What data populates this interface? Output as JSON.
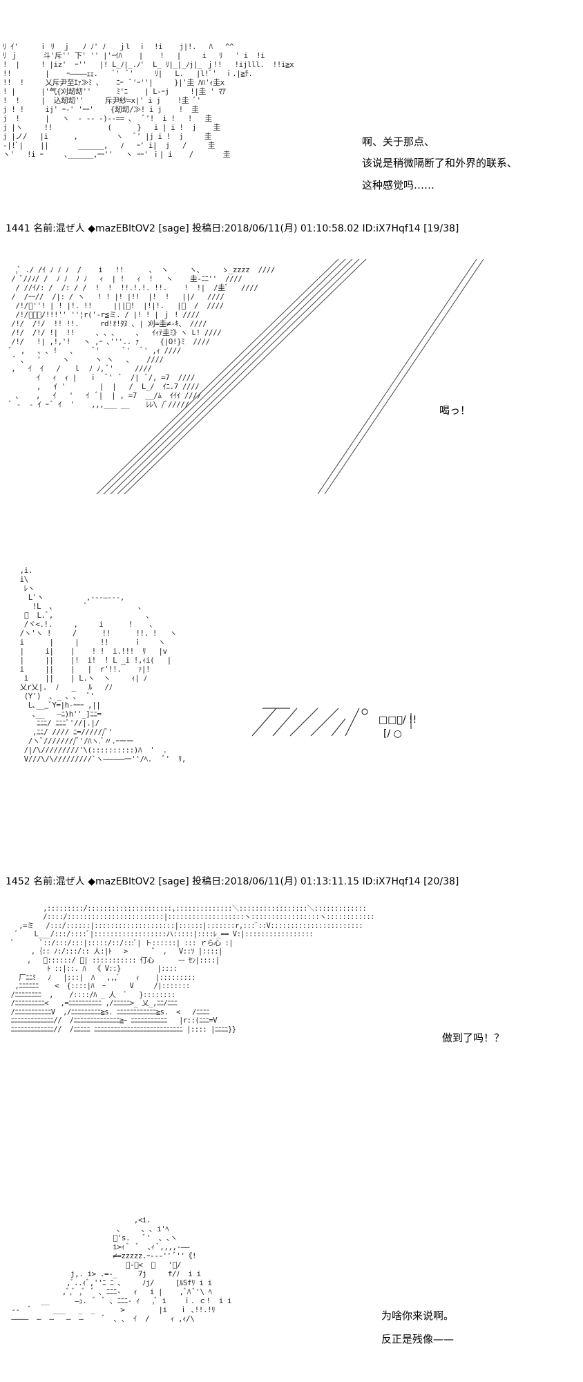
{
  "panel1": {
    "art": "ﾘ ｲ'     ｉ ﾘ  ｊ   ﾉ ﾉ' ﾉ   ｊl  ｉ  !i    j|!.   ﾊ   ^^\nﾘ ｊ      斗'斥'' 下' '' |'ｰｲﾊ    |    !   |     i   ﾘ   ' i  !i\n!  |     ! |iz'  ｰ''   |! L_ﾉ|_.ﾉ'  L_ ﾘ|_|_ﾉj|_ ｊ!!   !ijlll.  !!i≧x\n!!        |    ｰ――――ｪｪ.    ﾞ'  ﾞ'     ﾘ|   L.   |l!ﾞ'  ｉ.|≧ﾁ.\n!!  !     乂斥尹至ｴｧ≫ﾐ ､    ﾆｰ  ﾞ'ｰ''|     }|'圭 ﾊﾊ'ｨ圭x\n! |      |'气{刈刼刧''      ﾐ'ﾆ    | L-ｰj     !|圭 ' ﾏｱ\n!  !     |  込刼刧''     斥尹紗=x|' i j    !圭 ﾞ'\nj ! !     ij' ｰ-' 'ｰｰ'    {刼刧/≫! i j    !  圭\nj  !      |   ヽ  - -- -)--== ､   ﾞ'!  i !   !   圭\nj |ヽ     !!             (      }   i | i !  j    圭\nj |ノ/   |i      ,         ヽ   ﾞ' |j i !  j     圭\n-|!ﾞ|    ||       ______,   ﾉ   ｰ' i|  j   /     圭\nヽ'   !i ｰ     ､______,ｰｰ''   ヽ ｰｰ' ｉ| i    /       圭",
    "text_lines": [
      "啊、关于那点、",
      "该说是稍微隔断了和外界的联系、",
      "这种感觉吗……"
    ]
  },
  "header1": {
    "text": "1441 名前:混ぜ人 ◆mazEBItOV2 [sage] 投稿日:2018/06/11(月) 01:10:58.02 ID:iX7Hqf14 [19/38]"
  },
  "panel2": {
    "art": "   ,ﾞ ./ /ｲ ﾉ ﾉ ﾉ  /    i   !!      ､  ヽ     ヽ､     ゝ_zzzz  ////\n  / ﾞ//ﾉ/ /  ﾉ ﾉ  ﾉ ﾉ   ｨ  | !   ｨ  !   ヽ    圭-ﾆﾆ''  ////\n   / //ｲ/: /  /: / /  !  !  !!.!.!. !!.    !  !|  /圭ﾞ   ////\n  /  /ｰｰ//  /|: / ヽ   ! ! |! |!!  |!  !   ||/   ////\n   /!/ﾞ''! | ! |!. !!     |||ﾞ!  |!|!.   |ﾞ  /  ////\n   /!/ﾞｰｰ/!!!'' ''¦r('‐r≦ミ. / |! ! | ｊ ! ////\n  /!/  /!/  !! !!.     rd!ｵ!ﾀﾇ ､ | 刈=圭≠‐ｷ、 ////\n  /!/  /!/ !|  !!     ､ ､ ､     ､   ｲｨﾃ圭ﾐ》ヽ L! ////\n  /!/   !| ,!,'!   ヽ ,ｰ ､'''.. ｧ     {|O!}ﾐ  ////\n  ﾞ  ,   ､ ､ !   ､     ﾞ'      ﾞ'   ﾞ' ,ｨ ////\n   ﾞ ､   '     ヽ      ヽ ヽ   ､    ////\n  ,   ｲ  ｲ   /   ｌ  ﾉ ﾉ, ﾞ'     ////      \n        ｲ   ｨ  ｨ |   ｉ  ﾞ'  ﾞ  /|  ﾞ/, =7  ////\n        ,   ｲ '        |  |   /  L_/  ｲﾆ.7 ////\n   ､    ,   ｲ   '   ｲ  ﾞ|  | , =7  __/ﾑ  ｲｲｲ ////\n  ﾞ -  - ｲ ｰ ﾞ ｲ  '    ,,,___ __    ﾚﾚ\\ /ﾞ/////",
    "text": "喝っ！"
  },
  "panel3": {
    "art": "    ,i.\n    i\\\n     ﾚヽ\n      L'ヽ          ,‐‐‐―‐‐‐,\n       !L  ､        ﾞ            ､\n     ﾞ  L.ﾞ,                      ､\n     /ヾ<.!.     ,     i      !    ､\n    /ヽ'ヽ !     /      !!      !!. !   ヽ\n    i      |     |     !!      ｉ    ヽ\n    |     i|    |    ! !  i.!!!  ﾘ   |v\n    |     ||    |!  i!  ! L _i !,ｨi(   |\n    i     ||    |   |  r'!!.    ｧ|!\n     i    ||    | L.ヽ  ヽ     ｨ| ﾉ\n    乂r乂|.  ﾉ   _   ﾙ   /ﾉ\n     (Y')  ､ _ ､ ､   ﾞ'\n      L､___ﾞY=|h‐ｰｰｰ ,||\n       ､__   ―ﾆ)h''_]ﾆﾆ=\n        ﾆﾆﾆ/ ﾆﾆﾆﾞ'//|.|/\n       ,ﾆﾆ/ //// ﾆ=//////ﾞ'\n      /ヽﾞ////////ﾞ'/ﾊヽ.ﾞ〃.ｰーー\n     /|/\\/////////'\\(::::::::::)ﾊ  '  .\n     V///\\/\\/////////`ヽ―――――一''/ﾍ.   ﾞ'  ﾘ,",
    "text_lines": [
      "□□ﾞ/  !!",
      "[/  ○"
    ]
  },
  "header2": {
    "text": "1452 名前:混ぜ人 ◆mazEBItOV2 [sage] 投稿日:2018/06/11(月) 01:13:11.15 ID:iX7Hqf14 [20/38]"
  },
  "panel4": {
    "art": "          ,:::::::::/:::::::::::::::::::::,::::::::::::::＼:::::::::::::::::＼:::::::::::::\n          /::::/::::::::::::::::::::::::|:::::::::::::::::::ヽ:::::::::::::::::ヽ::::::::::::\n    ,=ミ   /:::/::::::|::::::::::::::::::::|::::::|:::::::r,:::ﾞ::V:::::::::::::::::::::::\n   ﾞ    L___/:::/::::ﾞ|::::::::::::::::::ハ:::::|::::ﾚ_== V:|:::::::::::::::::\n  ﾞ       ﾞ::/:::/:::|:::::/::/:::ﾞ| ト::::::| ::: ｒら心 :|\n       ,｛:: ﾉ:/:::/:: 人:|ﾄ   >      ゛ ,   V::ｿ |::::|\n      ,   ﾞ::::::/ ﾞ| ::::::::::: 仃心      ｰｰ ｾﾝ|::::|\n           ﾄ ::|::. ﾊ  《 V::}         |::::\n    厂ﾆﾆﾐ   ﾉ   |:::|  ﾊ   ,,,ﾞ    ｨ    |:::::::::\n   ,ﾆﾆﾆﾆﾆﾆ    <  {::::|ﾊ  ｰ      V     /|:::::::\n  /ﾆﾆﾆﾆﾆﾆﾆﾆ  ,    /::::/ﾊ _ 人  ﾞ   }::::::::\n  /ﾆﾆﾆﾆﾆﾆﾆﾆﾆ<   ,=ﾆﾆﾆﾆﾆﾆﾆﾆﾆﾆ ,/ﾆﾆﾆﾆﾆ>_ 乂_,ﾆﾆ/ﾆﾆﾆ\n  /ﾆﾆﾆﾆﾆﾆﾆﾆﾆﾆﾆV  ,/ﾆﾆﾆﾆﾆﾆﾆﾆﾆ≧s. ﾆﾆﾆﾆﾆﾆﾆﾆﾆﾆﾆﾆ≧s.  <   /ﾆﾆﾆﾆ\n  ﾆﾆﾆﾆﾆﾆﾆﾆﾆﾆﾆﾆﾆ//  /ﾆﾆﾆﾆﾆﾆﾆﾆﾆﾆﾆﾆﾆﾆ≧ｰ ﾆﾆﾆﾆﾆﾆﾆﾆﾆﾆﾆ   |r::(ﾆﾆﾆ=V\n  ﾆﾆﾆﾆﾆﾆﾆﾆﾆﾆﾆﾆﾆ//  /ﾆﾆﾆﾆﾆ ﾆﾆﾆﾆﾆﾆﾆﾆﾆﾆﾆﾆﾆﾆﾆﾆﾆﾆﾆﾆﾆﾆﾆﾆﾆﾆﾆ |:::: |ﾆﾆﾆﾆ}}",
    "text": "做到了吗！？"
  },
  "panel5": {
    "art": "                               ,<i.\n                           ､     ､ ､ i'ﾍ\n                          ﾞ's.   ﾞ'  ､ ､ヽ\n                          i>ｨ ﾞ  ﾞ  ､ｨ ﾞ,,,,‐――\n                          ≠=zzzzz.ｰ‐‐‐'' ﾞ''《!\n                             ﾞ‐ｰ<  ､   'ﾞ/ \n                j,. i> .=-_     7j     f/ﾉ  i i\n               ,ﾞ..ｨﾞ,''ﾆ ﾆ ､     ﾉj/     [ﾙSfﾘ i i\n              ,ﾞ,ﾞ ,ﾞ  ﾞ ､ ﾆﾆﾆ-   ｨ   i |    ,ﾞﾊ ﾞ'\\ ﾍ\n         __      ―ｭ.  ﾞ  ﾞ ､ ﾆﾆﾆ- ｨ   ,ﾞ i    ｉ. ｃ!  i i\n  --  ﾞ     ___   _  _      >        |i   ｉ ､!!.!ﾘ\n  ――――  ―  ―   ―  ―     ﾞ  ､ ､  ｲ  /     ｨ ,ｨ/\\",
    "text_lines": [
      "为啥你来说啊。",
      "反正是残像——"
    ]
  }
}
